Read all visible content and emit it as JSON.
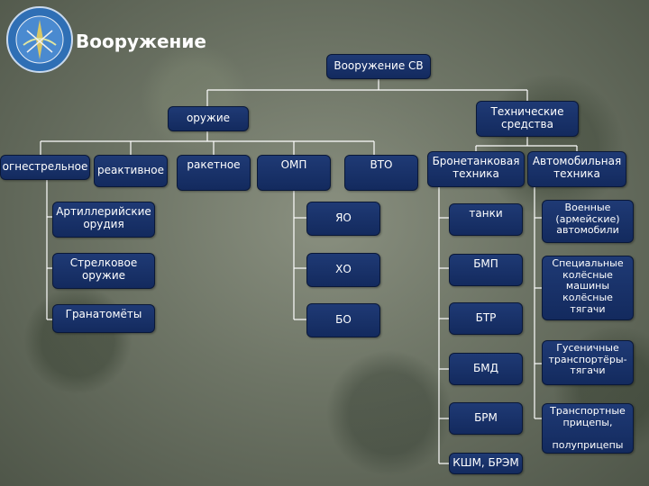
{
  "title": "Вооружение",
  "nodes": {
    "root": "Вооружение СВ",
    "weapons": "оружие",
    "technical": "Технические\nсредства",
    "firearms": "огнестрельное",
    "reactive": "реактивное",
    "rocket": "ракетное",
    "omp": "ОМП",
    "vto": "ВТО",
    "armored": "Бронетанковая\nтехника",
    "auto": "Автомобильная\nтехника",
    "artillery": "Артиллерийские\nорудия",
    "small_arms": "Стрелковое\nоружие",
    "grenade": "Гранатомёты",
    "yo": "ЯО",
    "kho": "ХО",
    "bo": "БО",
    "tanks": "танки",
    "bmp": "БМП",
    "btr": "БТР",
    "bmd": "БМД",
    "brm": "БРМ",
    "kshm": "КШМ, БРЭМ",
    "military_cars": "Военные\n(армейские)\nавтомобили",
    "special": "Специальные\nколёсные\nмашины\nколёсные\nтягачи",
    "tracked": "Гусеничные\nтранспортёры-\nтягачи",
    "trailers": "Транспортные\nприцепы,\n\nполуприцепы"
  }
}
